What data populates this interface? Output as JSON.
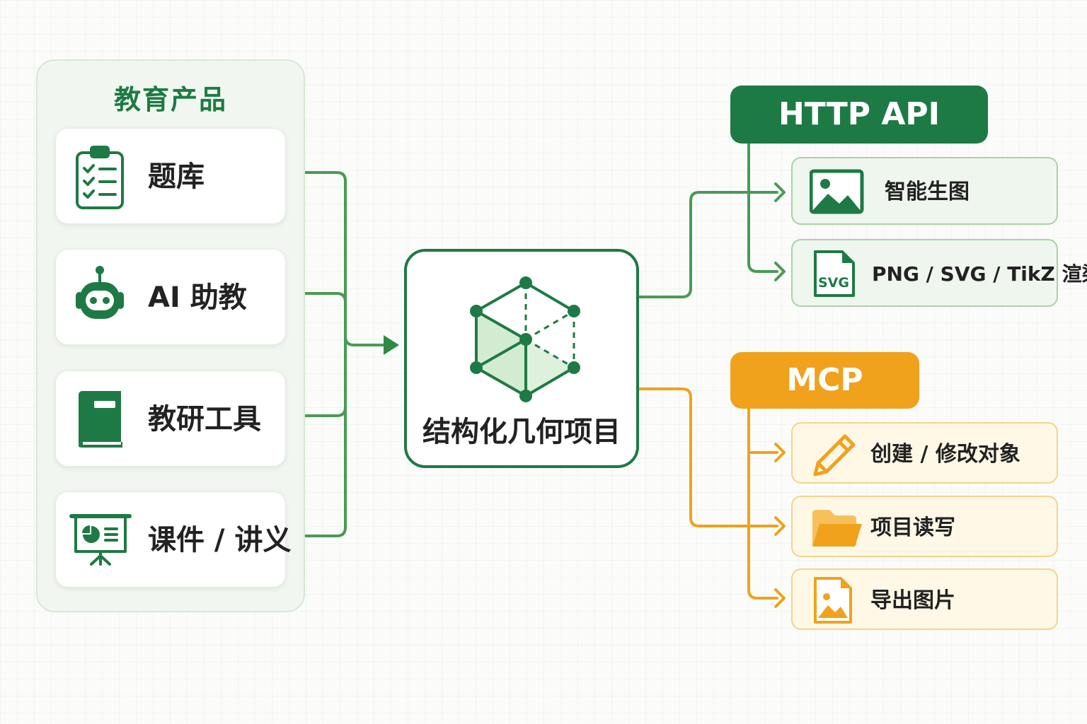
{
  "colors": {
    "green": "#1e7a44",
    "green_line": "#4a9a55",
    "orange": "#f0a21c"
  },
  "left_panel": {
    "title": "教育产品",
    "items": [
      {
        "label": "题库",
        "icon": "clipboard-checklist-icon"
      },
      {
        "label": "AI 助教",
        "icon": "robot-icon"
      },
      {
        "label": "教研工具",
        "icon": "book-icon"
      },
      {
        "label": "课件 / 讲义",
        "icon": "presentation-board-icon"
      }
    ]
  },
  "center": {
    "label": "结构化几何项目",
    "icon": "cube-geometry-icon"
  },
  "http_api": {
    "title": "HTTP API",
    "items": [
      {
        "label": "智能生图",
        "icon": "image-icon"
      },
      {
        "label": "PNG / SVG / TikZ 渲染",
        "icon": "svg-file-icon",
        "icon_text": "SVG"
      }
    ]
  },
  "mcp": {
    "title": "MCP",
    "items": [
      {
        "label": "创建 / 修改对象",
        "icon": "pencil-icon"
      },
      {
        "label": "项目读写",
        "icon": "folder-icon"
      },
      {
        "label": "导出图片",
        "icon": "image-file-icon"
      }
    ]
  }
}
